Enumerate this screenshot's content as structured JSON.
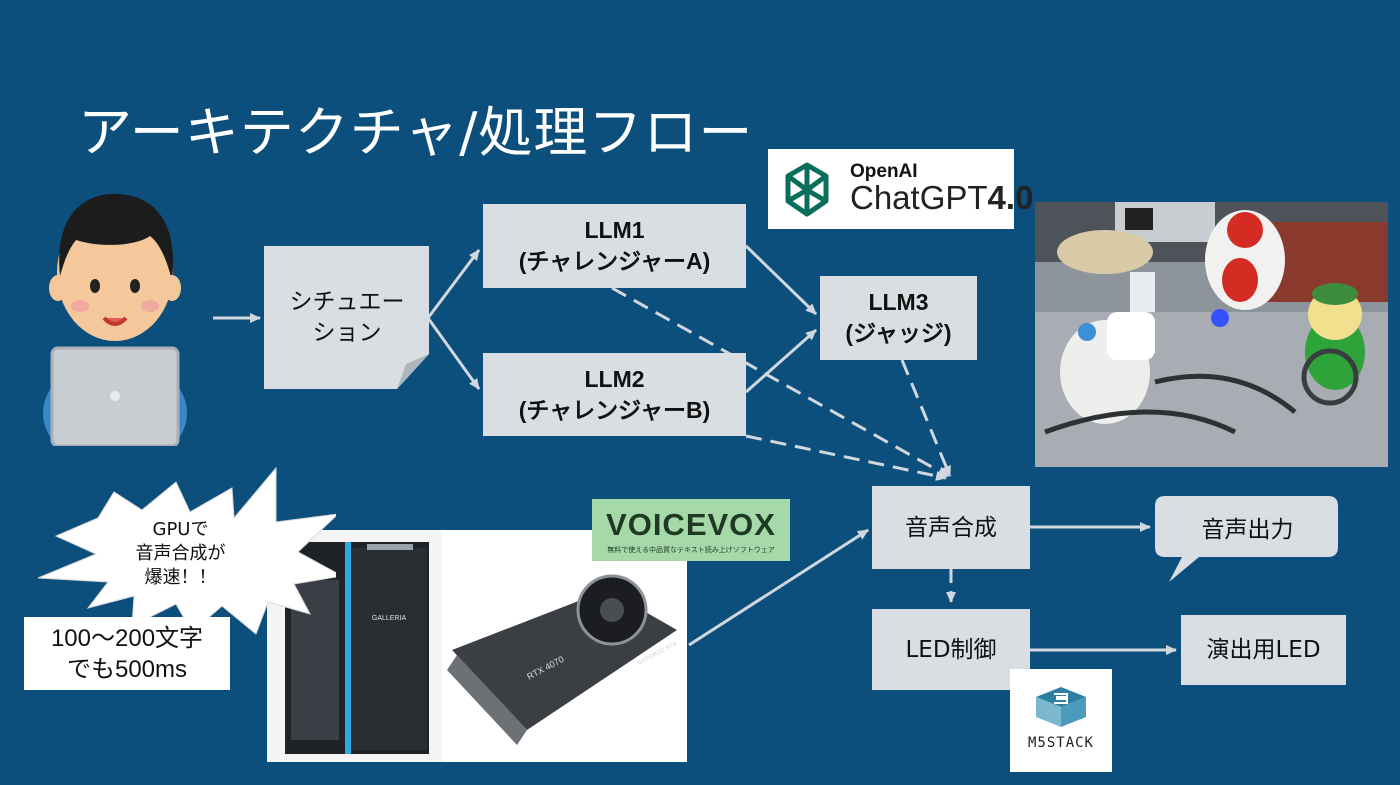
{
  "slide": {
    "title": "アーキテクチャ/処理フロー"
  },
  "nodes": {
    "situation": "シチュエー\nション",
    "llm1": "LLM1\n(チャレンジャーA)",
    "llm2": "LLM2\n(チャレンジャーB)",
    "llm3": "LLM3\n(ジャッジ)",
    "tts": "音声合成",
    "audio_out": "音声出力",
    "led_ctrl": "LED制御",
    "led_out": "演出用LED"
  },
  "logos": {
    "openai_small": "OpenAI",
    "chatgpt_main": "ChatGPT",
    "chatgpt_version": "4.0",
    "voicevox_title": "VOICEVOX",
    "voicevox_tagline": "無料で使える中品質なテキスト読み上げソフトウェア",
    "m5stack": "M5STACK",
    "galleria": "GALLERIA",
    "rtx": "RTX 4070",
    "geforce": "GEFORCE RTX"
  },
  "callouts": {
    "gpu_burst": "GPUで\n音声合成が\n爆速！！",
    "latency_note": "100〜200文字\nでも500ms"
  },
  "colors": {
    "background": "#0c4f7c",
    "box_fill": "#d9dee2",
    "arrow": "#d0d7de"
  }
}
